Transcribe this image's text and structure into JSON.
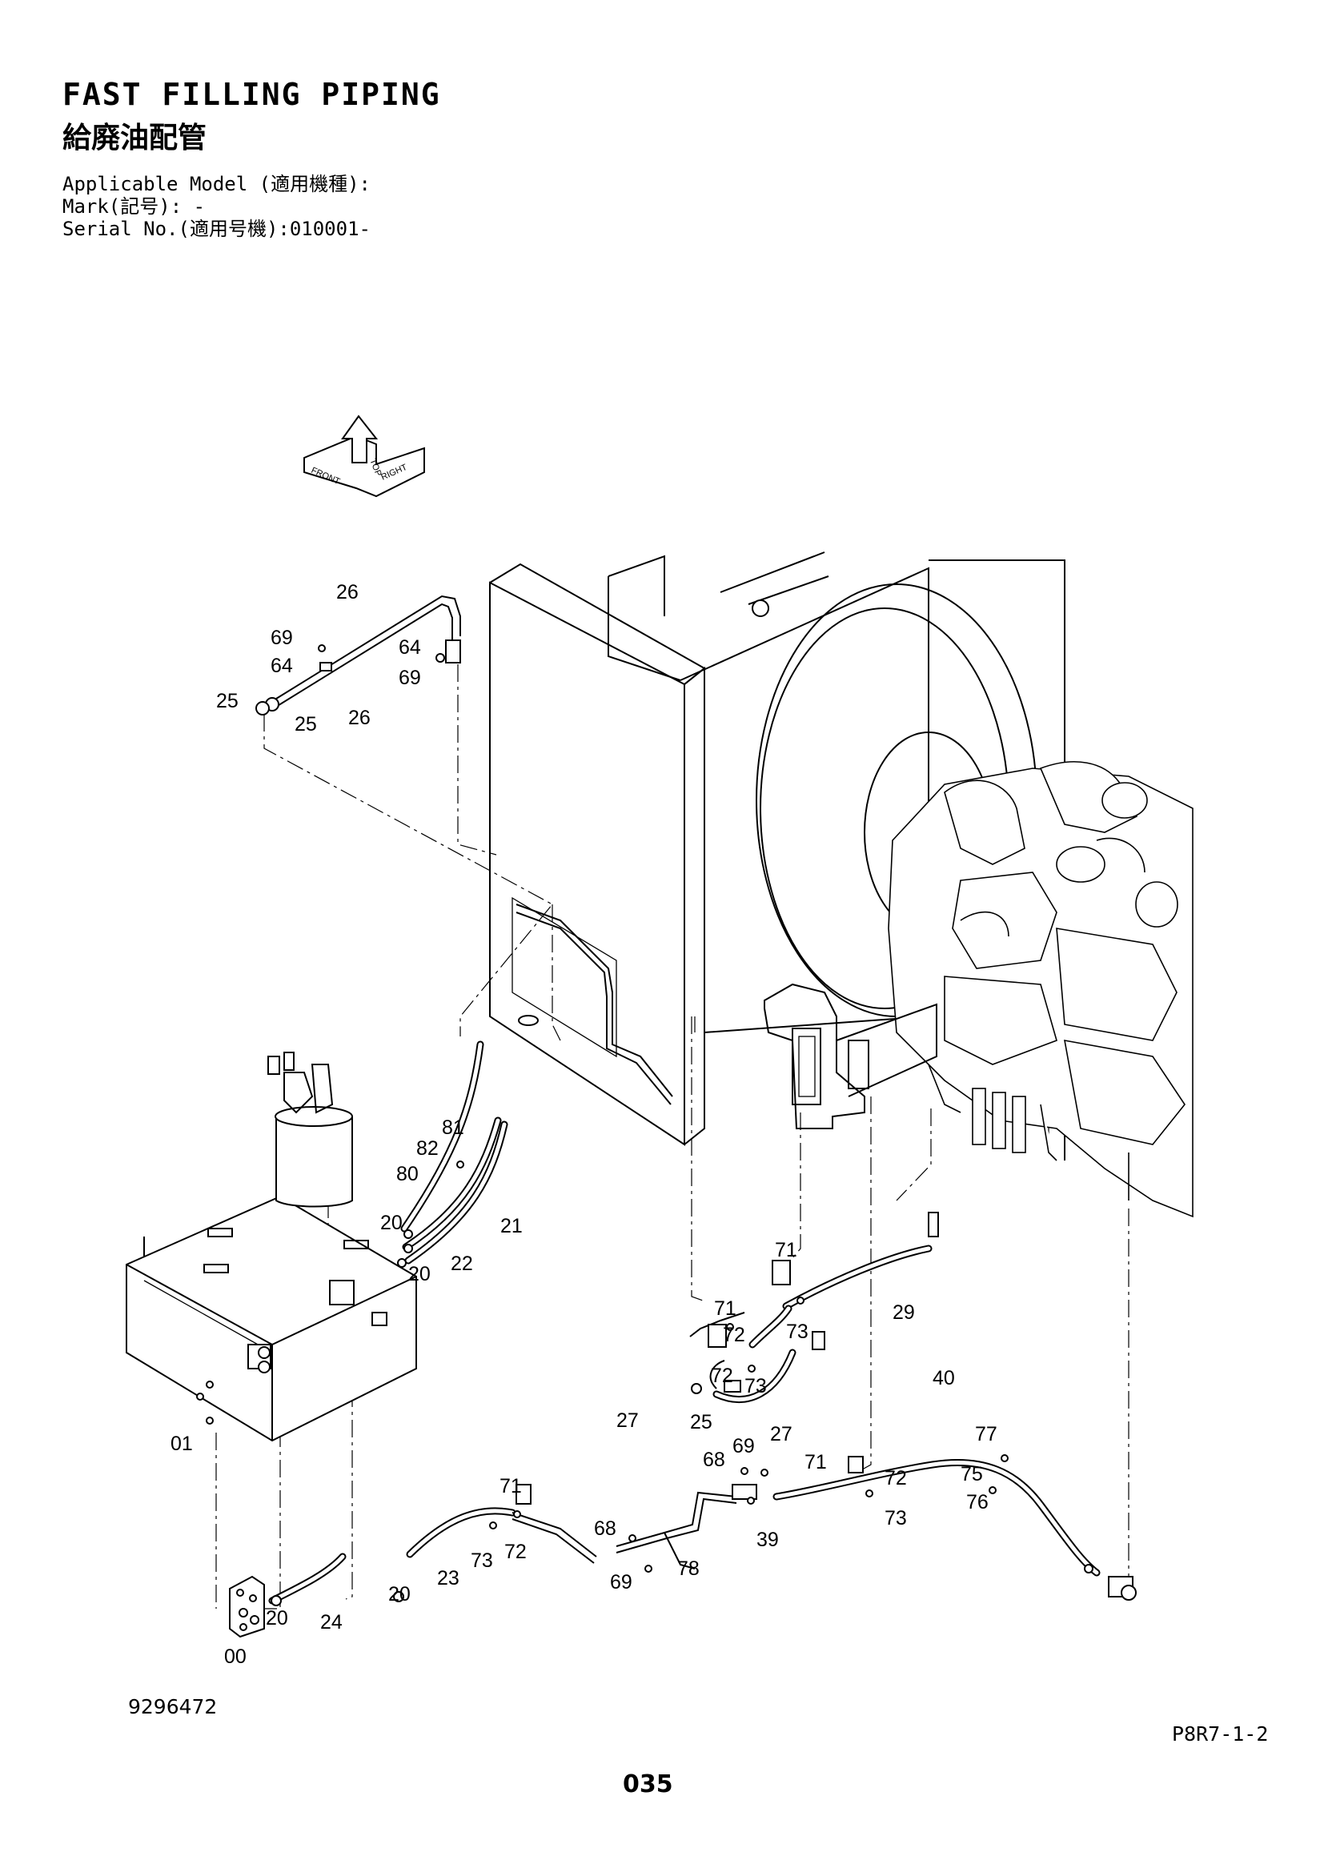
{
  "header": {
    "title_en": "FAST FILLING PIPING",
    "title_jp": "給廃油配管",
    "applicable_model": "Applicable Model (適用機種):",
    "mark": "Mark(記号): -",
    "serial": "Serial No.(適用号機):010001-"
  },
  "orientation": {
    "top": "TOP",
    "front": "FRONT",
    "right": "RIGHT",
    "arrow_glyph": "arrow-up-icon"
  },
  "callouts": {
    "c26a": "26",
    "c69a": "69",
    "c64a": "64",
    "c64b": "64",
    "c69b": "69",
    "c25a": "25",
    "c25b": "25",
    "c26b": "26",
    "c81": "81",
    "c82": "82",
    "c80": "80",
    "c21": "21",
    "c20a": "20",
    "c20b": "20",
    "c22": "22",
    "c01": "01",
    "c71a": "71",
    "c71b": "71",
    "c73a": "73",
    "c72a": "72",
    "c29": "29",
    "c72b": "72",
    "c73b": "73",
    "c27a": "27",
    "c25c": "25",
    "c27b": "27",
    "c40": "40",
    "c77": "77",
    "c71c": "71",
    "c72c": "72",
    "c75": "75",
    "c76": "76",
    "c73c": "73",
    "c68a": "68",
    "c69c": "69",
    "c39": "39",
    "c71d": "71",
    "c72d": "72",
    "c73d": "73",
    "c23": "23",
    "c20c": "20",
    "c68b": "68",
    "c69d": "69",
    "c78": "78",
    "c24": "24",
    "c20d": "20",
    "c00": "00"
  },
  "footer": {
    "drawing_no": "9296472",
    "page_code": "P8R7-1-2",
    "page_no": "035"
  }
}
